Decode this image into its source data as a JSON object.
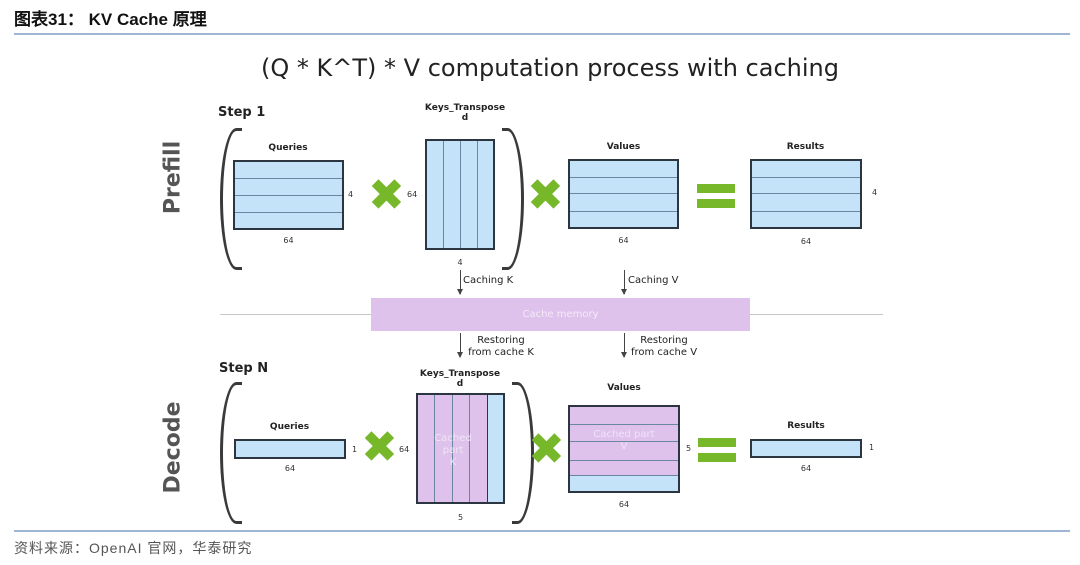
{
  "figure": {
    "title": "图表31： KV Cache 原理",
    "source": "资料来源：OpenAI 官网，华泰研究"
  },
  "diagram": {
    "title": "(Q * K^T) * V computation process with caching",
    "prefill": {
      "phase_label": "Prefill",
      "step_label": "Step 1",
      "queries": {
        "label": "Queries",
        "rows": "4",
        "cols": "64"
      },
      "keys_t": {
        "label": "Keys_Transpose",
        "sub": "d",
        "rows": "64",
        "cols": "4"
      },
      "values": {
        "label": "Values",
        "cols": "64"
      },
      "results": {
        "label": "Results",
        "rows": "4",
        "cols": "64"
      }
    },
    "cache": {
      "memory_label": "Cache memory",
      "caching_k": "Caching K",
      "caching_v": "Caching V",
      "restoring_k": [
        "Restoring",
        "from cache K"
      ],
      "restoring_v": [
        "Restoring",
        "from cache V"
      ]
    },
    "decode": {
      "phase_label": "Decode",
      "step_label": "Step N",
      "queries": {
        "label": "Queries",
        "rows": "1",
        "cols": "64"
      },
      "keys_t": {
        "label": "Keys_Transpose",
        "sub": "d",
        "rows": "64",
        "cols": "5",
        "cached_text": [
          "Cached",
          "part",
          "K"
        ]
      },
      "values": {
        "label": "Values",
        "rows": "5",
        "cols": "64",
        "cached_text": [
          "Cached part",
          "V"
        ]
      },
      "results": {
        "label": "Results",
        "rows": "1",
        "cols": "64"
      }
    }
  }
}
